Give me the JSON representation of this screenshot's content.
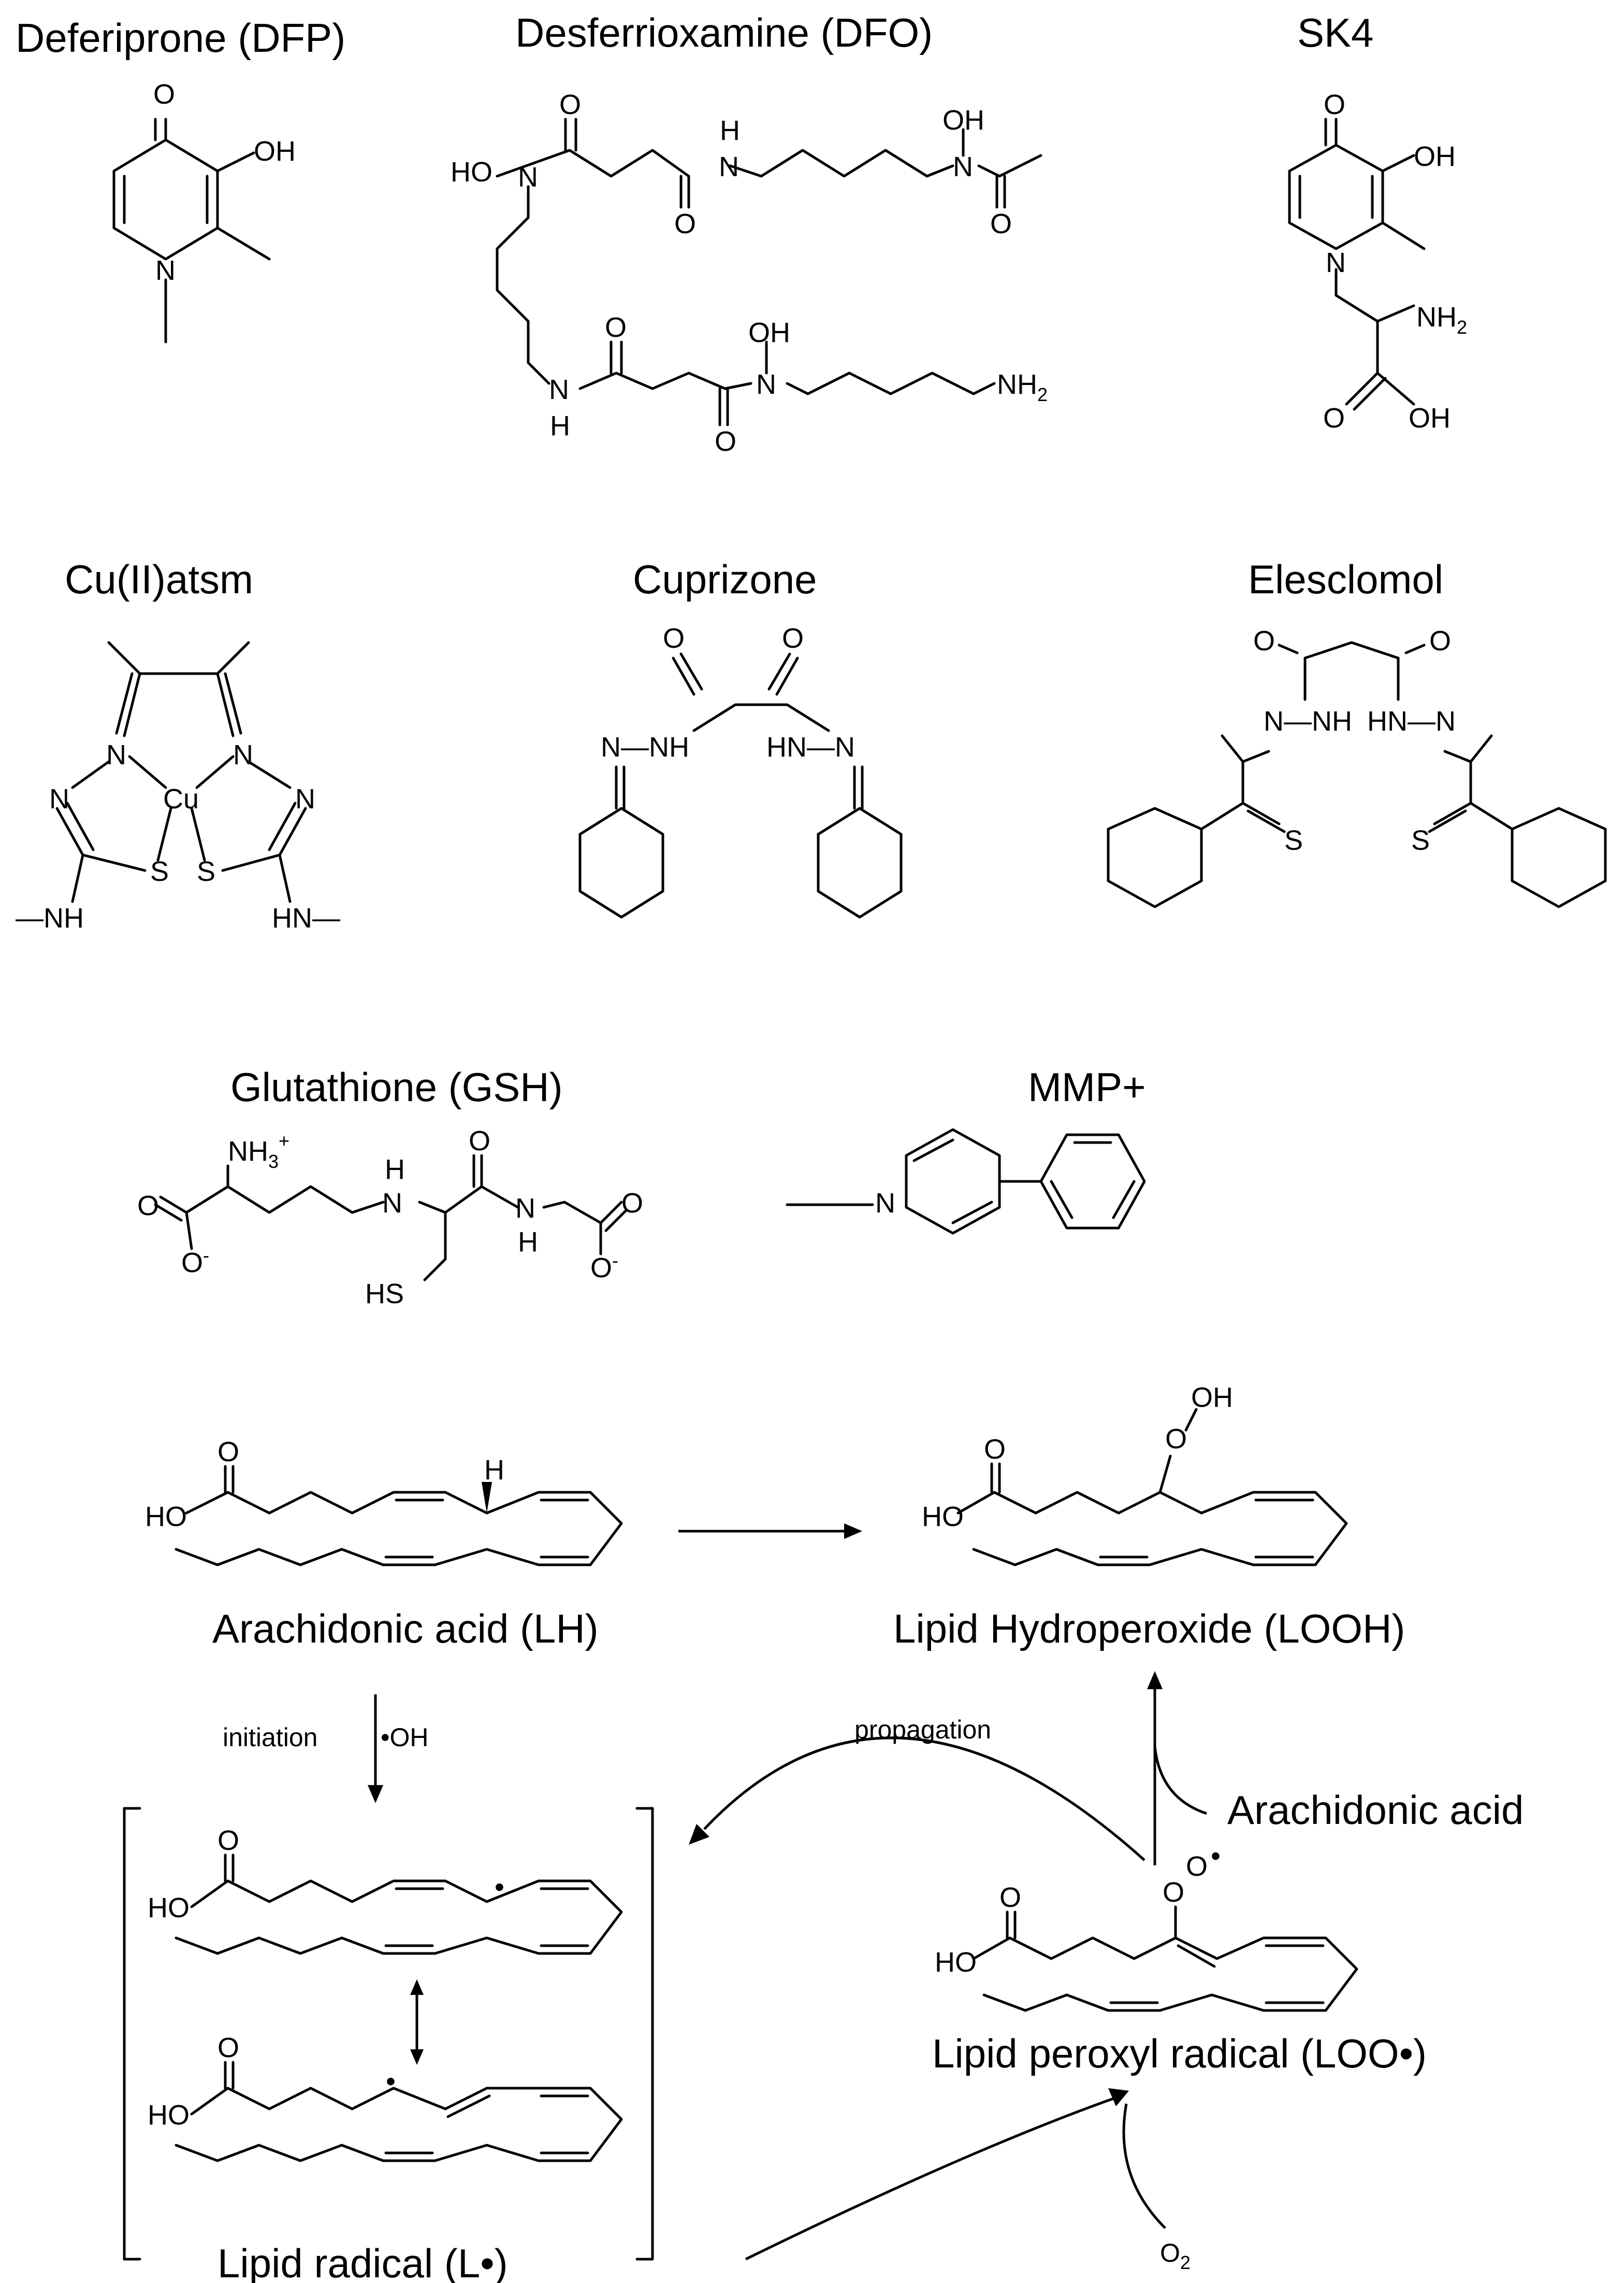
{
  "molecules": {
    "dfp": {
      "name": "Deferiprone (DFP)"
    },
    "dfo": {
      "name": "Desferrioxamine (DFO)"
    },
    "sk4": {
      "name": "SK4"
    },
    "cuatsm": {
      "name": "Cu(II)atsm"
    },
    "cuprizone": {
      "name": "Cuprizone"
    },
    "elesclomol": {
      "name": "Elesclomol"
    },
    "gsh": {
      "name": "Glutathione (GSH)"
    },
    "mmp": {
      "name": "MMP+"
    }
  },
  "pathway": {
    "lh": "Arachidonic acid (LH)",
    "looh": "Lipid Hydroperoxide (LOOH)",
    "initiation": "initiation",
    "oh_radical": "•OH",
    "propagation": "propagation",
    "arachidonic_acid": "Arachidonic acid",
    "loo": "Lipid peroxyl radical (LOO•)",
    "lipid_radical": "Lipid radical (L•)",
    "o2": "O",
    "o2_sub": "2"
  },
  "atoms": {
    "O": "O",
    "OH": "OH",
    "HO": "HO",
    "N": "N",
    "H": "H",
    "S": "S",
    "Cu": "Cu",
    "NH": "NH",
    "HN": "HN",
    "NH2": "NH",
    "two": "2",
    "NH3": "NH",
    "three": "3",
    "plus": "+",
    "minus": "-",
    "HS": "HS",
    "Nplus": "N",
    "dash_NH": "—NH",
    "HN_dash": "HN—",
    "N_N_H": "N—NH",
    "HN_N": "HN—N",
    "radical": "•",
    "O_dot": "O"
  }
}
